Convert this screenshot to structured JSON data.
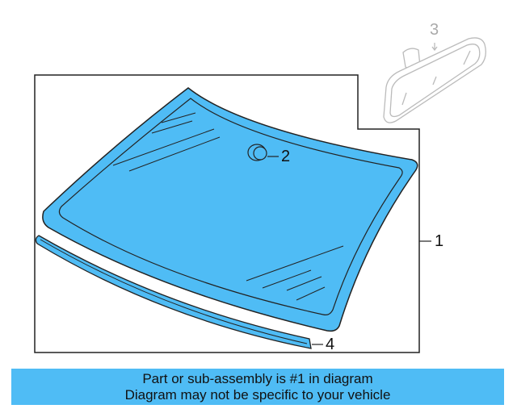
{
  "diagram": {
    "callouts": [
      {
        "number": "1"
      },
      {
        "number": "2"
      },
      {
        "number": "3"
      },
      {
        "number": "4"
      }
    ],
    "colors": {
      "highlight": "#4fbcf5",
      "outline": "#222222",
      "faded": "#bbbbbb"
    }
  },
  "banner": {
    "line1": "Part or sub-assembly is #1 in diagram",
    "line2": "Diagram may not be specific to your vehicle"
  }
}
